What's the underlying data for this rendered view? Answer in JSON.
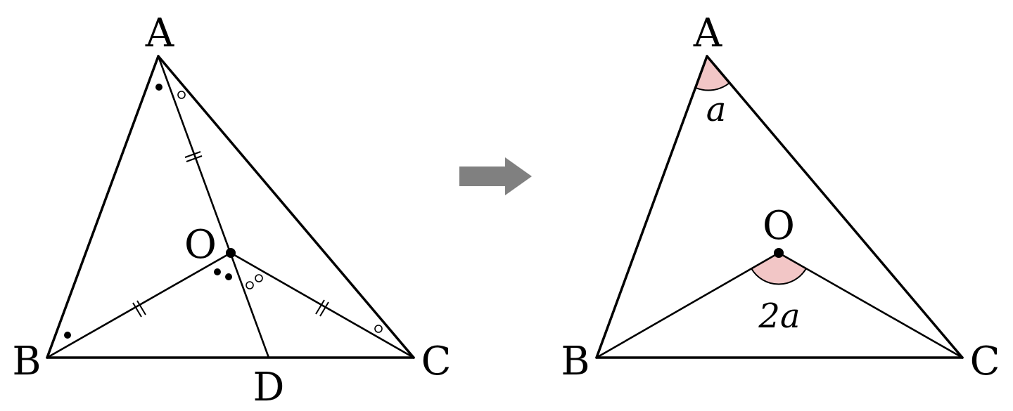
{
  "left_figure": {
    "labels": {
      "a": "A",
      "b": "B",
      "c": "C",
      "o": "O",
      "d": "D"
    },
    "marks": {
      "equal_tick": "double-tick",
      "angle_dot": "filled-dot",
      "angle_circle": "open-circle"
    }
  },
  "arrow": {
    "icon": "right-arrow-icon",
    "color": "#808080"
  },
  "right_figure": {
    "labels": {
      "a": "A",
      "b": "B",
      "c": "C",
      "o": "O"
    },
    "angle_a_label": "a",
    "angle_o_label": "2a",
    "angle_fill": "#f2c6c6"
  }
}
